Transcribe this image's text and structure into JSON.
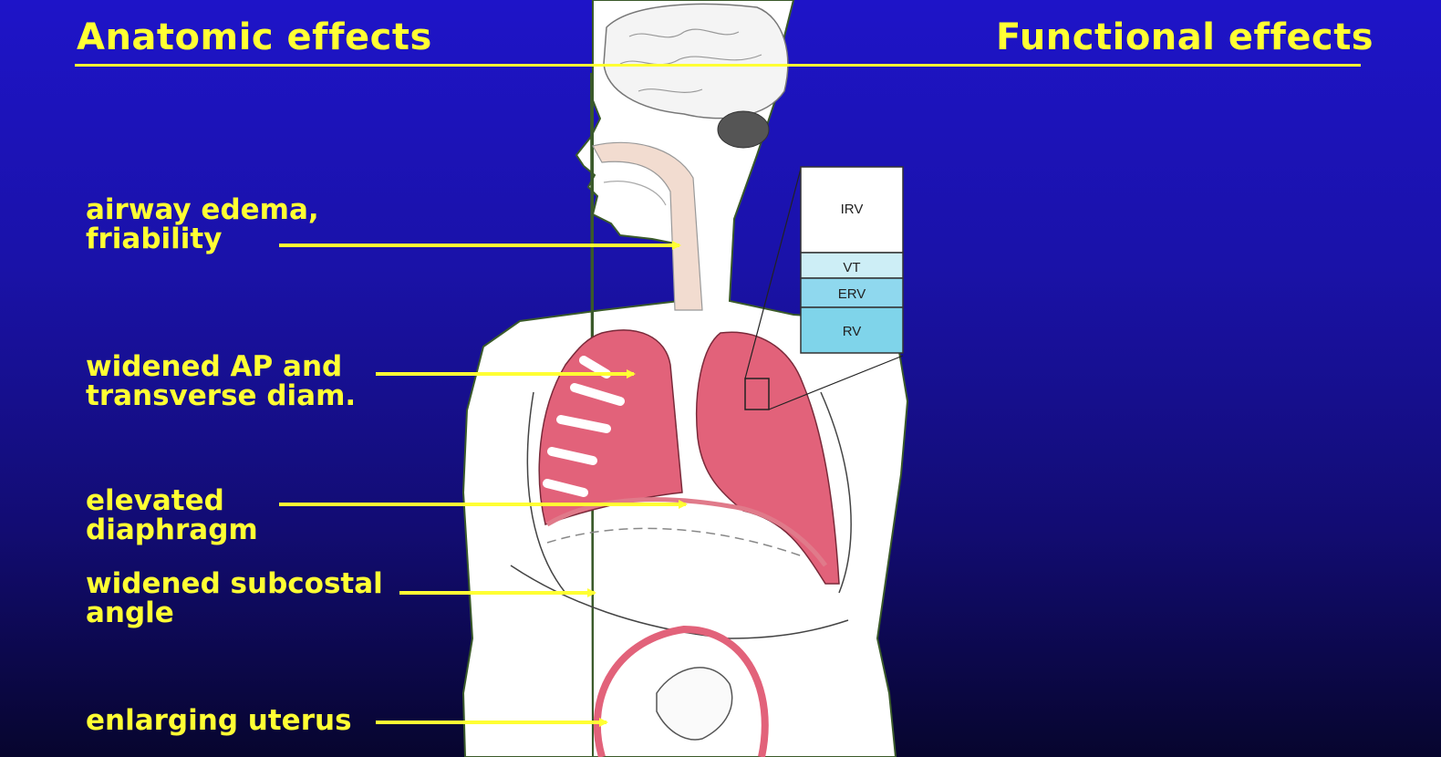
{
  "headings": {
    "left": "Anatomic effects",
    "right": "Functional effects"
  },
  "annotations": [
    {
      "lines": [
        "airway edema,",
        "friability"
      ]
    },
    {
      "lines": [
        "widened AP and",
        "transverse diam."
      ]
    },
    {
      "lines": [
        "elevated",
        "diaphragm"
      ]
    },
    {
      "lines": [
        "widened subcostal",
        "angle"
      ]
    },
    {
      "lines": [
        "enlarging uterus"
      ]
    }
  ],
  "lung_volumes": {
    "segments": [
      "IRV",
      "VT",
      "ERV",
      "RV"
    ]
  },
  "colors": {
    "background": "#1e14c8",
    "text_accent": "#ffff33",
    "lung": "#e2627a",
    "volume_fill": "#7fd4ea",
    "body": "#ffffff"
  }
}
